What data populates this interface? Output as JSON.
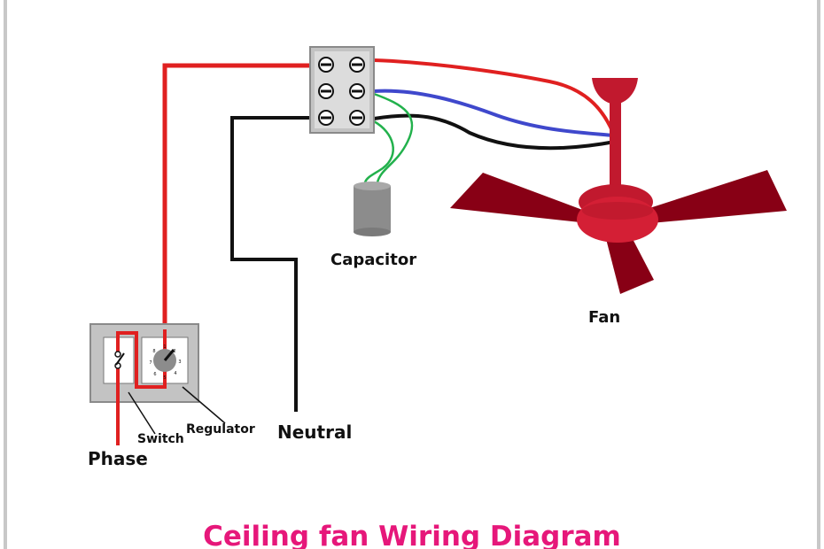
{
  "labels": {
    "capacitor": "Capacitor",
    "fan": "Fan",
    "neutral": "Neutral",
    "phase": "Phase",
    "switch": "Switch",
    "regulator": "Regulator"
  },
  "title": "Ceiling fan Wiring Diagram",
  "colors": {
    "title": "#e6177a",
    "phase_wire": "#e02020",
    "neutral_wire": "#111111",
    "blue_wire": "#3f48cc",
    "capacitor_wire": "#22b14c",
    "fan_body": "#c1192e",
    "fan_blade": "#880015",
    "capacitor_body": "#8c8c8c",
    "box_gray": "#c3c3c3"
  },
  "regulator_dial_marks": [
    "1",
    "2",
    "3",
    "4",
    "5",
    "6",
    "7",
    "8"
  ]
}
